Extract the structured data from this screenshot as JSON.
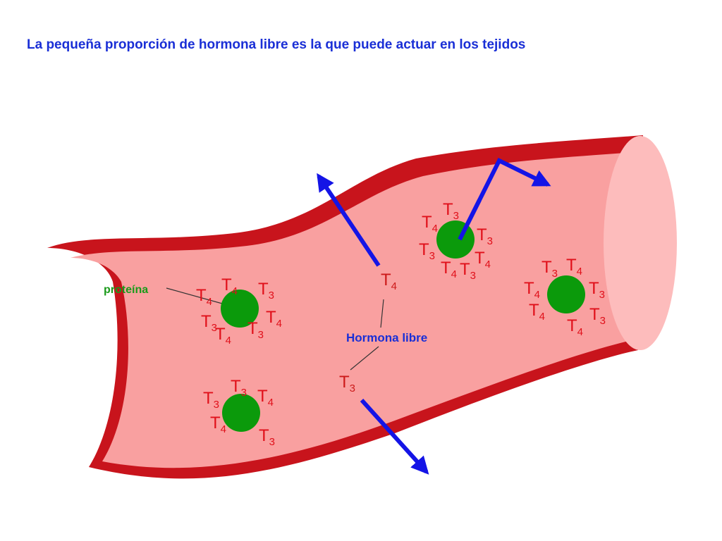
{
  "title": "La pequeña proporción de hormona libre es la que puede actuar en los tejidos",
  "labels": {
    "protein": "proteína",
    "free_hormone": "Hormona libre"
  },
  "hormones": {
    "t": "T",
    "sub3": "3",
    "sub4": "4"
  },
  "colors": {
    "vessel_wall": "#c8141c",
    "vessel_lumen": "#f9a0a0",
    "vessel_opening": "#fdbcbc",
    "protein": "#0b9a0b",
    "hormone_text": "#e0101a",
    "arrow": "#1414e6",
    "title_text": "#1a2fd6",
    "protein_label": "#1a9a1a"
  },
  "icons": [
    "blood-vessel",
    "protein-circle",
    "diffusion-arrow"
  ]
}
